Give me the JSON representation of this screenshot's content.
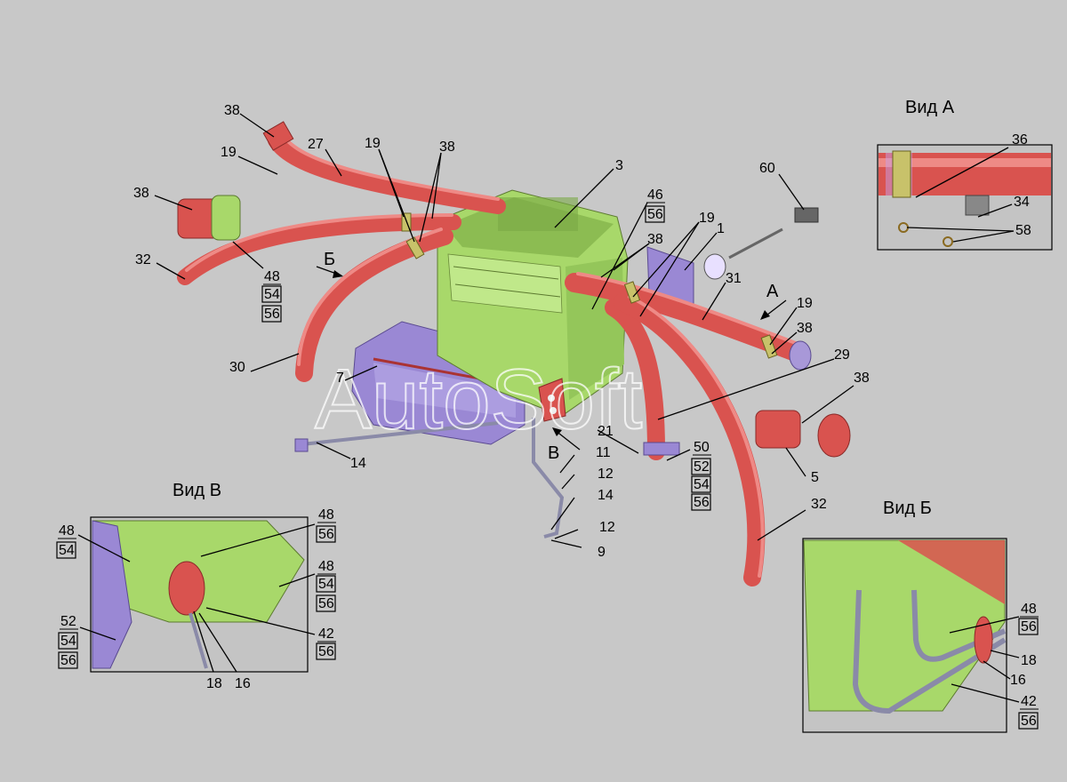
{
  "views": {
    "view_a": "Вид А",
    "view_b": "Вид Б",
    "view_v": "Вид В"
  },
  "arrows": {
    "a": "А",
    "b": "Б",
    "v": "В"
  },
  "watermark": "AutoSoft",
  "callouts": {
    "c38_top": "38",
    "c27": "27",
    "c19_left": "19",
    "c19_mid": "19",
    "c38_mid": "38",
    "c3": "3",
    "c60": "60",
    "c38_clip": "38",
    "c32_left": "32",
    "c48_l": "48",
    "c54_l": "54",
    "c56_l": "56",
    "c46": "46",
    "c56_46": "56",
    "c19_r": "19",
    "c1": "1",
    "c38_r": "38",
    "c31": "31",
    "c19_a": "19",
    "c38_a": "38",
    "c29": "29",
    "c38_rr": "38",
    "c30": "30",
    "c7": "7",
    "c21": "21",
    "c11": "11",
    "c12_a": "12",
    "c14_a": "14",
    "c12_b": "12",
    "c9": "9",
    "c14_b": "14",
    "c50": "50",
    "c52": "52",
    "c54_50": "54",
    "c56_50": "56",
    "c5": "5",
    "c32_right": "32",
    "va36": "36",
    "va34": "34",
    "va58": "58",
    "vv48a": "48",
    "vv54a": "54",
    "vv52": "52",
    "vv54b": "54",
    "vv56b": "56",
    "vv18": "18",
    "vv16": "16",
    "vv48r": "48",
    "vv56r": "56",
    "vv48r2": "48",
    "vv54r2": "54",
    "vv56r2": "56",
    "vv42": "42",
    "vv56r3": "56",
    "vb48": "48",
    "vb56": "56",
    "vb18": "18",
    "vb16": "16",
    "vb42": "42",
    "vb56b": "56"
  }
}
